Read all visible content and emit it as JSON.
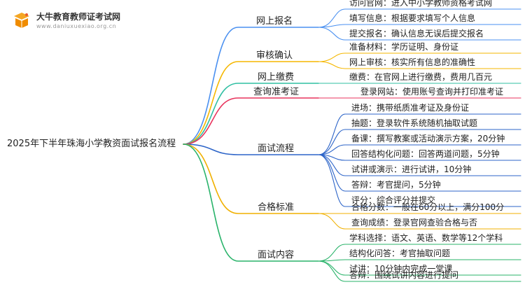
{
  "logo": {
    "title": "大牛教育教师证考试网",
    "subtitle": "www.daniuxuexiao.org.cn"
  },
  "root": "2025年下半年珠海小学教资面试报名流程",
  "branches": [
    {
      "label": "网上报名",
      "color": "#4a90f0",
      "items": [
        "访问官网：进入中小学教师资格考试网",
        "填写信息：根据要求填写个人信息",
        "提交报名：确认信息无误后提交报名"
      ]
    },
    {
      "label": "审核确认",
      "color": "#f5b700",
      "items": [
        "准备材料：学历证明、身份证",
        "网上审核：核实所有信息的准确性"
      ]
    },
    {
      "label": "网上缴费",
      "color": "#2fbfa2",
      "items": [
        "缴费：在官网上进行缴费，费用几百元"
      ]
    },
    {
      "label": "查询准考证",
      "color": "#e8335c",
      "items": [
        "登录网站：使用账号查询并打印准考证"
      ]
    },
    {
      "label": "面试流程",
      "color": "#2c64c8",
      "items": [
        "进场：携带纸质准考证及身份证",
        "抽题：登录软件系统随机抽取试题",
        "备课：撰写教案或活动演示方案，20分钟",
        "回答结构化问题：回答两道问题，5分钟",
        "试讲或演示：进行试讲，10分钟",
        "答辩：考官提问，5分钟",
        "评分：综合评分并提交"
      ]
    },
    {
      "label": "合格标准",
      "color": "#f0b000",
      "items": [
        "合格分数：一般在60分以上，满分100分",
        "查询成绩：登录官网查验合格与否"
      ]
    },
    {
      "label": "面试内容",
      "color": "#29b36a",
      "items": [
        "学科选择：语文、英语、数学等12个学科",
        "结构化问答：考官抽取问题",
        "试讲：10分钟内完成一堂课",
        "答辩：围绕试讲内容进行提问"
      ]
    }
  ]
}
